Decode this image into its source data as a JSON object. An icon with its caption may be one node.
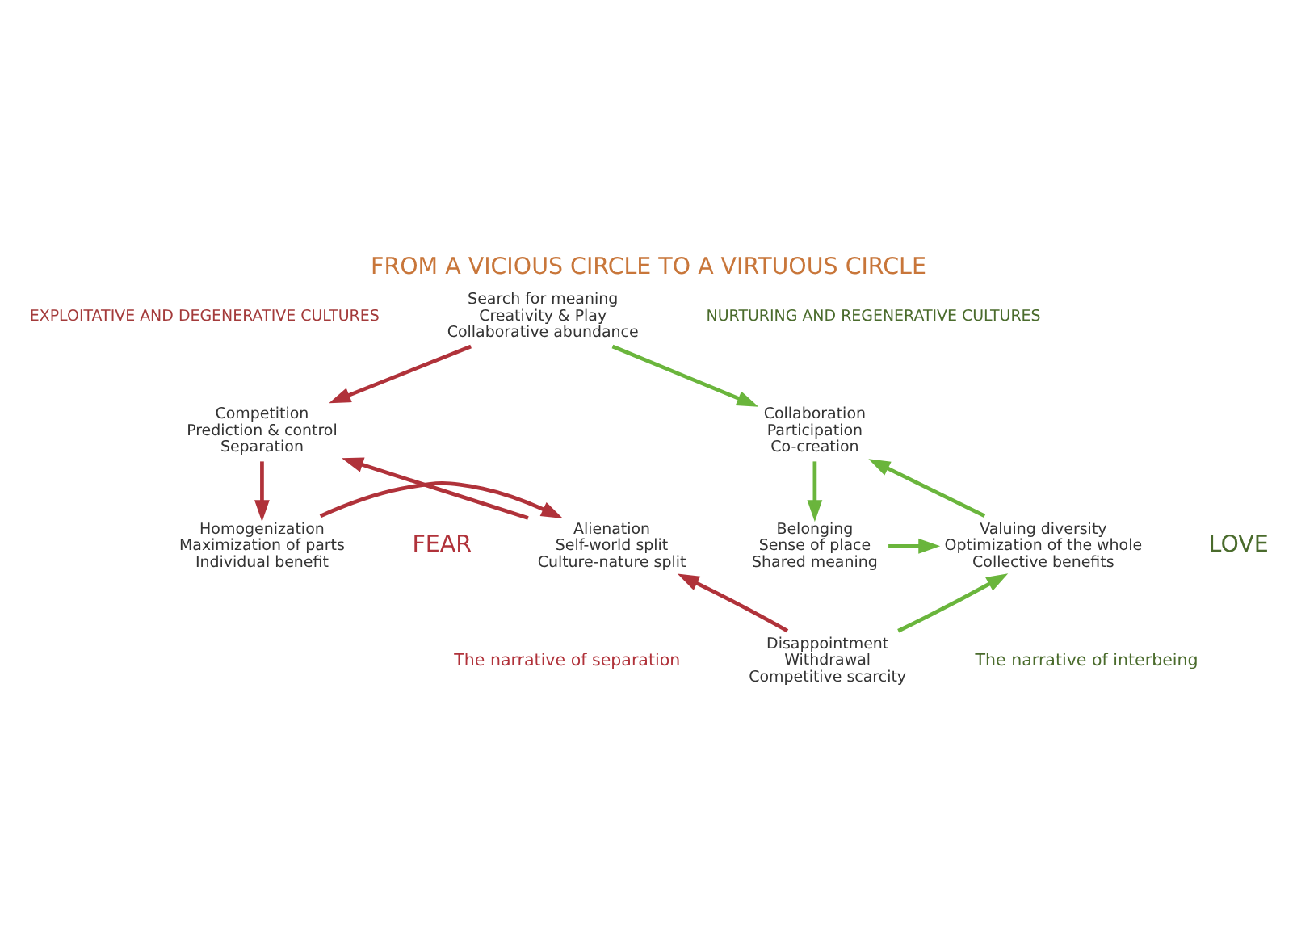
{
  "diagram": {
    "title": "FROM A VICIOUS CIRCLE TO A VIRTUOUS CIRCLE",
    "nodes": [
      {
        "text": [
          "Search for meaning",
          "Creativity & Play",
          "Collaborative abundance"
        ]
      },
      {
        "text": [
          "Competition",
          "Prediction & control",
          "Separation"
        ]
      },
      {
        "text": [
          "Collaboration",
          "Participation",
          "Co-creation"
        ]
      },
      {
        "text": [
          "Homogenization",
          "Maximization of parts",
          "Individual benefit"
        ]
      },
      {
        "text": [
          "Alienation",
          "Self-world split",
          "Culture-nature split"
        ]
      },
      {
        "text": [
          "Valuing diversity",
          "Optimization of the whole",
          "Collective benefits"
        ]
      },
      {
        "text": [
          "Belonging",
          "Sense of place",
          "Shared meaning"
        ]
      },
      {
        "text": [
          "Disappointment",
          "Withdrawal",
          "Competitive scarcity"
        ]
      }
    ],
    "edges": [
      {
        "from": 0,
        "to": 1,
        "arrow": "to",
        "color": "#b0323a"
      },
      {
        "from": 1,
        "to": 3,
        "arrow": "to",
        "color": "#b0323a"
      },
      {
        "from": 3,
        "to": 4,
        "arrow": "to",
        "color": "#b0323a"
      },
      {
        "from": 4,
        "to": 1,
        "arrow": "to",
        "color": "#b0323a"
      },
      {
        "from": 7,
        "to": 4,
        "arrow": "to",
        "color": "#b0323a"
      },
      {
        "from": 0,
        "to": 2,
        "arrow": "to",
        "color": "#6ab53c"
      },
      {
        "from": 2,
        "to": 6,
        "arrow": "to",
        "color": "#6ab53c"
      },
      {
        "from": 6,
        "to": 5,
        "arrow": "to",
        "color": "#6ab53c"
      },
      {
        "from": 5,
        "to": 2,
        "arrow": "to",
        "color": "#6ab53c"
      },
      {
        "from": 7,
        "to": 5,
        "arrow": "to",
        "color": "#6ab53c"
      }
    ],
    "labels": [
      "EXPLOITATIVE AND DEGENERATIVE CULTURES",
      "NURTURING AND REGENERATIVE CULTURES",
      "FEAR",
      "LOVE",
      "The narrative of separation",
      "The narrative of interbeing"
    ]
  }
}
